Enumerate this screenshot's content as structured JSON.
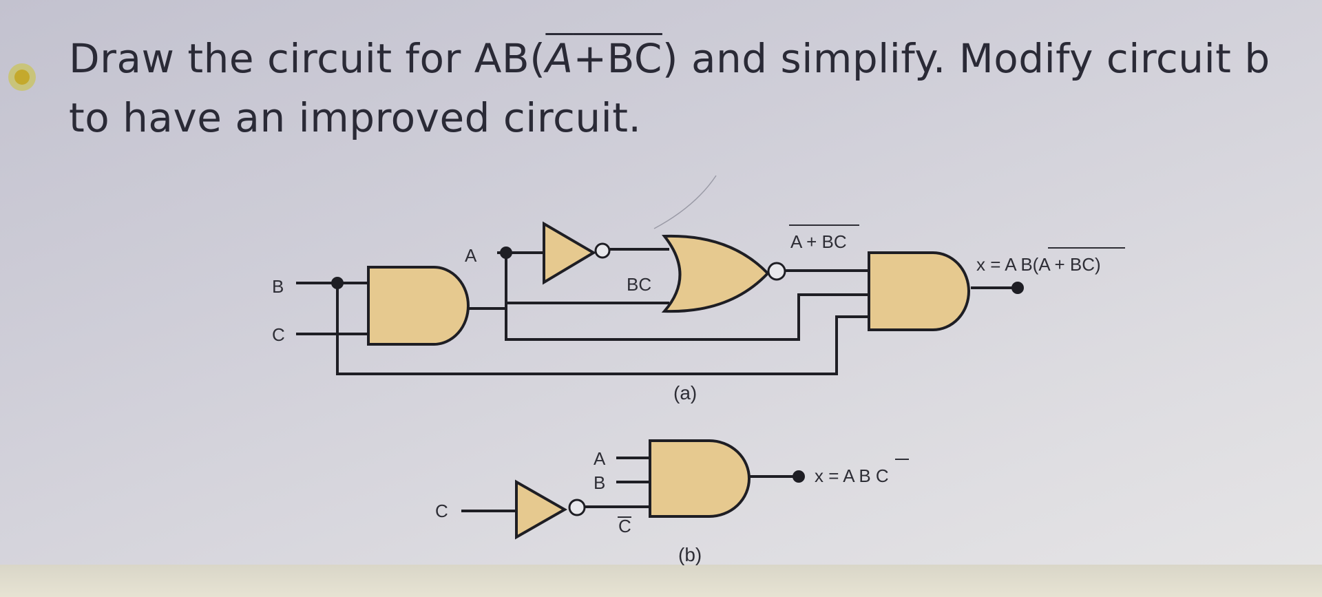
{
  "question": {
    "p1": "Draw the circuit for AB(",
    "p_a": "A",
    "p_bc": "+BC",
    "p2": ") and simplify. Modify circuit b",
    "line2": "to have an improved circuit."
  },
  "circuit_a": {
    "input_a": "A",
    "input_b": "B",
    "input_c": "C",
    "bc_label": "BC",
    "nor_label_a": "A",
    "nor_label_rest": " + BC",
    "out_prefix": "x = A B(",
    "out_a": "A",
    "out_rest": " + BC)",
    "caption": "(a)"
  },
  "circuit_b": {
    "input_a": "A",
    "input_b": "B",
    "input_c": "C",
    "cbar_label": "C",
    "out_prefix": "x = A B ",
    "out_c": "C",
    "caption": "(b)"
  },
  "colors": {
    "gate_fill": "#e6c98f",
    "wire": "#1e1e24"
  }
}
